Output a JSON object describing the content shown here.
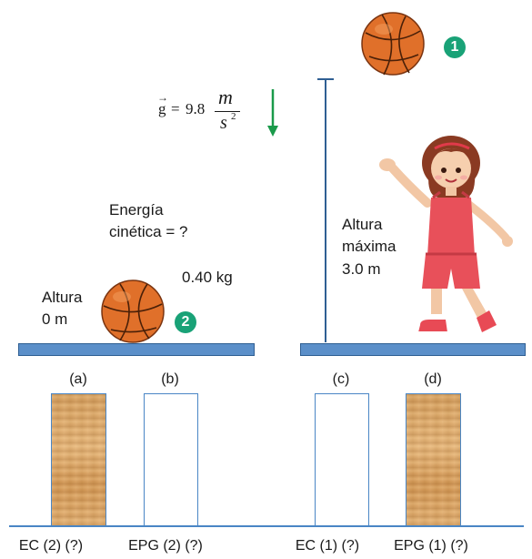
{
  "gravity": {
    "symbol": "g",
    "equals": "=",
    "value": "9.8",
    "numerator": "m",
    "denominator": "s",
    "exponent": "2"
  },
  "labels": {
    "energia_line1": "Energía",
    "energia_line2": "cinética = ?",
    "mass": "0.40 kg",
    "altura_left_line1": "Altura",
    "altura_left_line2": "0 m",
    "altura_max_line1": "Altura",
    "altura_max_line2": "máxima",
    "altura_max_line3": "3.0 m"
  },
  "badges": {
    "one": "1",
    "two": "2"
  },
  "bars": [
    {
      "letter": "(a)",
      "caption": "EC (2) (?)",
      "filled": true
    },
    {
      "letter": "(b)",
      "caption": "EPG (2) (?)",
      "filled": false
    },
    {
      "letter": "(c)",
      "caption": "EC (1) (?)",
      "filled": false
    },
    {
      "letter": "(d)",
      "caption": "EPG (1) (?)",
      "filled": true
    }
  ],
  "colors": {
    "badge": "#19a277",
    "arrow": "#1a9a4a",
    "platform": "#5b8fc9",
    "bar_border": "#4a86c5",
    "ball": "#e0702a"
  }
}
